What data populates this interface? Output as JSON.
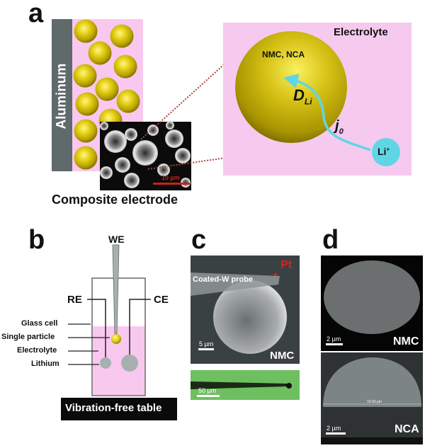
{
  "panels": {
    "a": {
      "label": "a",
      "aluminum_label": "Aluminum",
      "caption": "Composite electrode",
      "sem_scale": "10 µm",
      "electrolyte_label": "Electrolyte",
      "particle_label": "NMC, NCA",
      "diffusion_label_main": "D",
      "diffusion_label_sub": "Li",
      "exchange_label_main": "j",
      "exchange_label_sub": "0",
      "ion_label_main": "Li",
      "ion_label_sup": "+"
    },
    "b": {
      "label": "b",
      "we_label": "WE",
      "re_label": "RE",
      "ce_label": "CE",
      "callouts": [
        "Glass cell",
        "Single particle",
        "Electrolyte",
        "Lithium"
      ],
      "table_label": "Vibration-free table"
    },
    "c": {
      "label": "c",
      "probe_label": "Coated-W probe",
      "tip_label": "Pt",
      "sample_label": "NMC",
      "scale_top": "5 µm",
      "scale_bottom": "50 µm"
    },
    "d": {
      "label": "d",
      "top_sample": "NMC",
      "top_scale": "2 µm",
      "bottom_sample": "NCA",
      "bottom_scale": "2 µm",
      "bottom_measure": "10.63 µm"
    }
  },
  "colors": {
    "pink": "#f9c8ee",
    "electrolyte_pink": "#f6c9ee",
    "aluminum": "#5f6a6a",
    "gold": "#c8b400",
    "cyan": "#5fd6e6",
    "dotted_red": "#a0483a",
    "red_label": "#e0201a",
    "green_bg": "#6dbf5f",
    "sem_gray": "#3a4142"
  }
}
